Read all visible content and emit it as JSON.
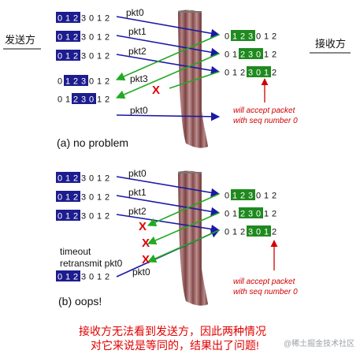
{
  "labels": {
    "sender": "发送方",
    "receiver": "接收方",
    "caption_a": "(a) no problem",
    "caption_b": "(b) oops!",
    "timeout": "timeout",
    "retransmit": "retransmit pkt0",
    "accept_line1": "will accept packet",
    "accept_line2": "with seq number 0",
    "x_mark": "X"
  },
  "packets": {
    "pkt0": "pkt0",
    "pkt1": "pkt1",
    "pkt2": "pkt2",
    "pkt3": "pkt3"
  },
  "colors": {
    "sender_window": "#1d1d8f",
    "receiver_window": "#1f8a1f",
    "data_arrow": "#1a1aa6",
    "ack_arrow": "#22aa22",
    "red": "#e00000"
  },
  "sequences": {
    "s_a0": {
      "digits": [
        "0",
        "1",
        "2",
        "3",
        "0",
        "1",
        "2"
      ],
      "hl": [
        0,
        3
      ]
    },
    "s_a1": {
      "digits": [
        "0",
        "1",
        "2",
        "3",
        "0",
        "1",
        "2"
      ],
      "hl": [
        0,
        3
      ]
    },
    "s_a2": {
      "digits": [
        "0",
        "1",
        "2",
        "3",
        "0",
        "1",
        "2"
      ],
      "hl": [
        0,
        3
      ]
    },
    "s_a3": {
      "digits": [
        "0",
        "1",
        "2",
        "3",
        "0",
        "1",
        "2"
      ],
      "hl": [
        1,
        4
      ]
    },
    "s_a4": {
      "digits": [
        "0",
        "1",
        "2",
        "3",
        "0",
        "1",
        "2"
      ],
      "hl": [
        2,
        5
      ]
    },
    "r_a0": {
      "digits": [
        "0",
        "1",
        "2",
        "3",
        "0",
        "1",
        "2"
      ],
      "hl": [
        1,
        4
      ]
    },
    "r_a1": {
      "digits": [
        "0",
        "1",
        "2",
        "3",
        "0",
        "1",
        "2"
      ],
      "hl": [
        2,
        5
      ]
    },
    "r_a2": {
      "digits": [
        "0",
        "1",
        "2",
        "3",
        "0",
        "1",
        "2"
      ],
      "hl": [
        3,
        6
      ]
    },
    "s_b0": {
      "digits": [
        "0",
        "1",
        "2",
        "3",
        "0",
        "1",
        "2"
      ],
      "hl": [
        0,
        3
      ]
    },
    "s_b1": {
      "digits": [
        "0",
        "1",
        "2",
        "3",
        "0",
        "1",
        "2"
      ],
      "hl": [
        0,
        3
      ]
    },
    "s_b2": {
      "digits": [
        "0",
        "1",
        "2",
        "3",
        "0",
        "1",
        "2"
      ],
      "hl": [
        0,
        3
      ]
    },
    "s_b3": {
      "digits": [
        "0",
        "1",
        "2",
        "3",
        "0",
        "1",
        "2"
      ],
      "hl": [
        0,
        3
      ]
    },
    "r_b0": {
      "digits": [
        "0",
        "1",
        "2",
        "3",
        "0",
        "1",
        "2"
      ],
      "hl": [
        1,
        4
      ]
    },
    "r_b1": {
      "digits": [
        "0",
        "1",
        "2",
        "3",
        "0",
        "1",
        "2"
      ],
      "hl": [
        2,
        5
      ]
    },
    "r_b2": {
      "digits": [
        "0",
        "1",
        "2",
        "3",
        "0",
        "1",
        "2"
      ],
      "hl": [
        3,
        6
      ]
    }
  },
  "note": {
    "line1": "接收方无法看到发送方，因此两种情况",
    "line2": "对它来说是等同的，结果出了问题!"
  },
  "watermark": "@稀土掘金技术社区"
}
